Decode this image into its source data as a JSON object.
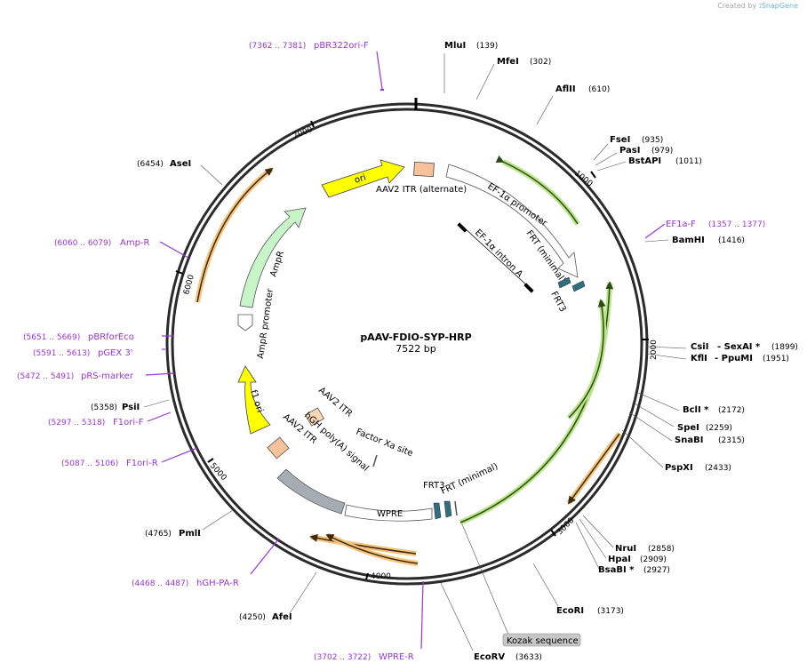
{
  "credit": {
    "prefix": "Created by",
    "brand": "SnapGene"
  },
  "plasmid": {
    "name": "pAAV-FDIO-SYP-HRP",
    "length": "7522 bp"
  },
  "ticks": [
    "1000",
    "2000",
    "3000",
    "4000",
    "5000",
    "6000",
    "7000"
  ],
  "enzymes": [
    {
      "name": "MluI",
      "pos": "(139)"
    },
    {
      "name": "MfeI",
      "pos": "(302)"
    },
    {
      "name": "AflII",
      "pos": "(610)"
    },
    {
      "name": "FseI",
      "pos": "(935)"
    },
    {
      "name": "PasI",
      "pos": "(979)"
    },
    {
      "name": "BstAPI",
      "pos": "(1011)"
    },
    {
      "name": "BamHI",
      "pos": "(1416)"
    },
    {
      "name": "CsiI",
      "pos": ""
    },
    {
      "name": "- SexAI *",
      "pos": "(1899)"
    },
    {
      "name": "KflI",
      "pos": ""
    },
    {
      "name": "- PpuMI",
      "pos": "(1951)"
    },
    {
      "name": "BclI *",
      "pos": "(2172)"
    },
    {
      "name": "SpeI",
      "pos": "(2259)"
    },
    {
      "name": "SnaBI",
      "pos": "(2315)"
    },
    {
      "name": "PspXI",
      "pos": "(2433)"
    },
    {
      "name": "NruI",
      "pos": "(2858)"
    },
    {
      "name": "HpaI",
      "pos": "(2909)"
    },
    {
      "name": "BsaBI *",
      "pos": "(2927)"
    },
    {
      "name": "EcoRI",
      "pos": "(3173)"
    },
    {
      "name": "EcoRV",
      "pos": "(3633)"
    },
    {
      "name": "AfeI",
      "pos": "(4250)"
    },
    {
      "name": "PmlI",
      "pos": "(4765)"
    },
    {
      "name": "PsiI",
      "pos": "(5358)"
    },
    {
      "name": "AseI",
      "pos": "(6454)"
    }
  ],
  "primers": [
    {
      "name": "pBR322ori-F",
      "pos": "(7362 .. 7381)"
    },
    {
      "name": "EF1a-F",
      "pos": "(1357 .. 1377)"
    },
    {
      "name": "Amp-R",
      "pos": "(6060 .. 6079)"
    },
    {
      "name": "pBRforEco",
      "pos": "(5651 .. 5669)"
    },
    {
      "name": "pGEX 3'",
      "pos": "(5591 .. 5613)"
    },
    {
      "name": "pRS-marker",
      "pos": "(5472 .. 5491)"
    },
    {
      "name": "F1ori-F",
      "pos": "(5297 .. 5318)"
    },
    {
      "name": "F1ori-R",
      "pos": "(5087 .. 5106)"
    },
    {
      "name": "hGH-PA-R",
      "pos": "(4468 .. 4487)"
    },
    {
      "name": "WPRE-R",
      "pos": "(3702 .. 3722)"
    }
  ],
  "features": {
    "ori": "ori",
    "aav2_itr_alt": "AAV2 ITR (alternate)",
    "ef1a_promoter": "EF-1α promoter",
    "frt_minimal_1": "FRT (minimal)",
    "ef1a_intron": "EF-1α intron A",
    "frt3_1": "FRT3",
    "ampr": "AmpR",
    "ampr_promoter": "AmpR promoter",
    "f1_ori": "f1 ori",
    "aav2_itr_1": "AAV2 ITR",
    "aav2_itr_2": "AAV2 ITR",
    "factor_xa": "Factor Xa site",
    "hgh_polya": "hGH poly(A) signal",
    "wpre": "WPRE",
    "frt3_2": "FRT3",
    "frt_minimal_2": "FRT (minimal)",
    "kozak": "Kozak sequence"
  },
  "colors": {
    "backbone": "#2b2b2b",
    "primer": "#9a35d8",
    "ori": "#ffff00",
    "ampr": "#c8f5c8",
    "itr": "#f7c29a",
    "polya": "#a6acb3",
    "frt": "#2f6f83",
    "orf_orange": "#f6c47a",
    "orf_green": "#b9e48a",
    "kozak": "#c7c7c7"
  }
}
